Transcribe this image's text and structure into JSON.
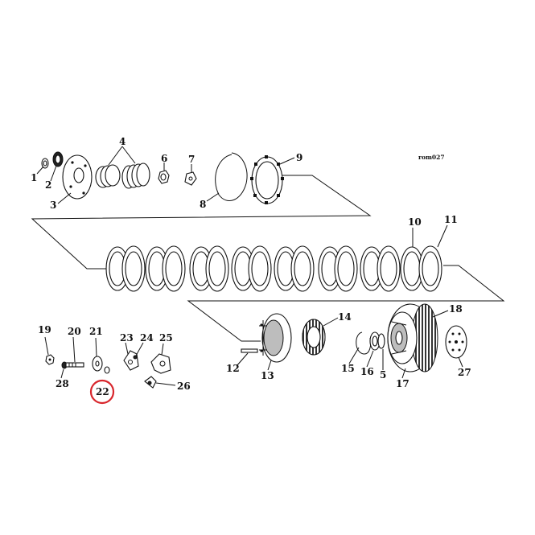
{
  "diagram": {
    "reference_code": "rom027",
    "highlighted_part": "22",
    "labels": {
      "p1": "1",
      "p2": "2",
      "p3": "3",
      "p4": "4",
      "p5": "5",
      "p6": "6",
      "p7": "7",
      "p8": "8",
      "p9": "9",
      "p10": "10",
      "p11": "11",
      "p12": "12",
      "p13": "13",
      "p14": "14",
      "p15": "15",
      "p16": "16",
      "p17": "17",
      "p18": "18",
      "p19": "19",
      "p20": "20",
      "p21": "21",
      "p22": "22",
      "p23": "23",
      "p24": "24",
      "p25": "25",
      "p26": "26",
      "p27": "27",
      "p28": "28"
    },
    "colors": {
      "line": "#111111",
      "highlight": "#d8262c",
      "background": "#ffffff"
    }
  }
}
